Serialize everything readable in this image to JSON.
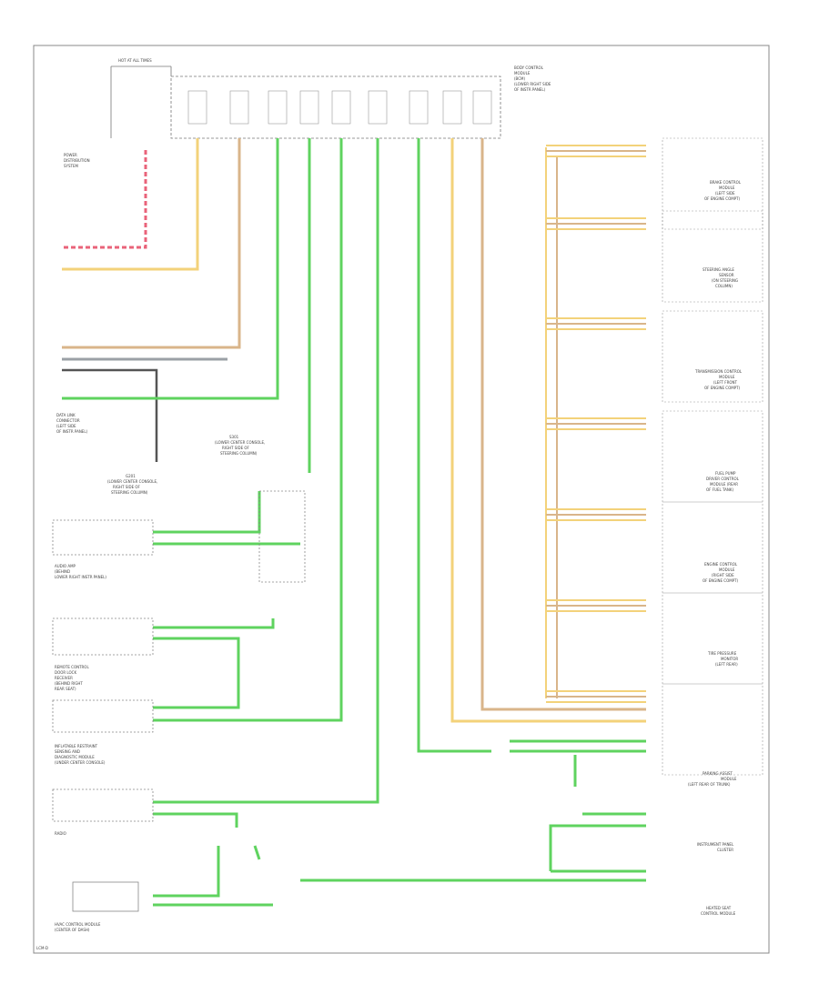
{
  "top_label": "HOT AT ALL TIMES",
  "top_right_labels": [
    "BODY CONTROL",
    "MODULE",
    "(BCM)",
    "(LOWER RIGHT SIDE",
    "OF INSTR PANEL)"
  ],
  "left_labels": {
    "power_distribution": [
      "POWER",
      "DISTRIBUTION",
      "SYSTEM"
    ],
    "data_link": [
      "DATA LINK",
      "CONNECTOR",
      "(LEFT SIDE",
      "OF INSTR PANEL)"
    ],
    "junction_top": [
      "G201",
      "(LOWER CENTER CONSOLE,",
      "RIGHT SIDE OF",
      "STEERING COLUMN)"
    ],
    "junction_mid": [
      "S301",
      "(LOWER CENTER CONSOLE,",
      "RIGHT SIDE OF",
      "STEERING COLUMN)"
    ],
    "audio_amp": [
      "AUDIO AMP",
      "(BEHIND",
      "LOWER RIGHT INSTR PANEL)"
    ],
    "radio_control": [
      "REMOTE CONTROL",
      "DOOR LOCK",
      "RECEIVER",
      "(BEHIND RIGHT",
      "REAR SEAT)"
    ],
    "inflatable": [
      "INFLATABLE RESTRAINT",
      "SENSING AND",
      "DIAGNOSTIC MODULE",
      "(UNDER CENTER CONSOLE)"
    ],
    "radio": [
      "RADIO"
    ],
    "hvac": [
      "HVAC CONTROL MODULE",
      "(CENTER OF DASH)"
    ]
  },
  "right_labels": {
    "brake": [
      "BRAKE CONTROL",
      "MODULE",
      "(LEFT SIDE",
      "OF ENGINE COMPT)"
    ],
    "steering": [
      "STEERING ANGLE",
      "SENSOR",
      "(ON STEERING",
      "COLUMN)"
    ],
    "transmission": [
      "TRANSMISSION CONTROL",
      "MODULE",
      "(LEFT FRONT",
      "OF ENGINE COMPT)"
    ],
    "fuel_pump": [
      "FUEL PUMP",
      "DRIVER CONTROL",
      "MODULE (REAR",
      "OF FUEL TANK)"
    ],
    "engine": [
      "ENGINE CONTROL",
      "MODULE",
      "(RIGHT SIDE",
      "OF ENGINE COMPT)"
    ],
    "tire_pressure": [
      "TIRE PRESSURE",
      "MONITOR",
      "(LEFT REAR)"
    ],
    "parking": [
      "PARKING ASSIST",
      "MODULE",
      "(LEFT REAR OF TRUNK)"
    ],
    "instrument": [
      "INSTRUMENT PANEL",
      "CLUSTER"
    ],
    "heated_seat": [
      "HEATED SEAT",
      "CONTROL MODULE"
    ]
  },
  "bottom_label": "LCM-D",
  "colors": {
    "green": "#5fd35f",
    "yellow": "#f3d27a",
    "tan": "#d9b58a",
    "red": "#e9637a",
    "gray": "#9aa0a6",
    "black": "#555555",
    "line": "#444444",
    "text": "#444444",
    "border": "#888888"
  }
}
